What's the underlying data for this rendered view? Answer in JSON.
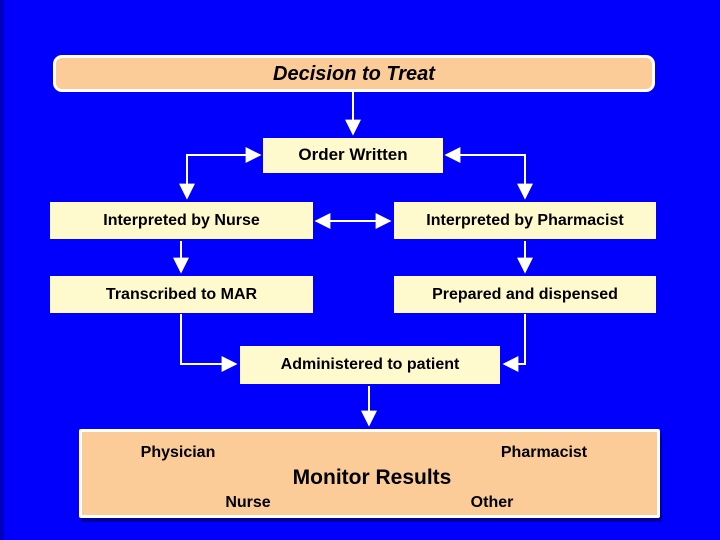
{
  "colors": {
    "bg": "#0000FC",
    "bg-edge": "#0000C0",
    "peach": "#FBCB98",
    "cream": "#FFFACD",
    "line": "#FFFFFF",
    "ink": "#000000"
  },
  "nodes": {
    "decision": "Decision to Treat",
    "order": "Order Written",
    "interpreted_nurse": "Interpreted by Nurse",
    "interpreted_pharmacist": "Interpreted by Pharmacist",
    "transcribed_mar": "Transcribed to MAR",
    "prepared_dispensed": "Prepared and dispensed",
    "administered": "Administered to patient"
  },
  "monitor": {
    "title": "Monitor Results",
    "roles": {
      "physician": "Physician",
      "pharmacist": "Pharmacist",
      "nurse": "Nurse",
      "other": "Other"
    }
  },
  "edges": [
    {
      "from": "Decision to Treat",
      "to": "Order Written",
      "arrow": "one-way"
    },
    {
      "from": "Order Written",
      "to": "Interpreted by Nurse",
      "arrow": "two-way"
    },
    {
      "from": "Order Written",
      "to": "Interpreted by Pharmacist",
      "arrow": "two-way"
    },
    {
      "from": "Interpreted by Nurse",
      "to": "Interpreted by Pharmacist",
      "arrow": "two-way"
    },
    {
      "from": "Interpreted by Nurse",
      "to": "Transcribed to MAR",
      "arrow": "one-way"
    },
    {
      "from": "Interpreted by Pharmacist",
      "to": "Prepared and dispensed",
      "arrow": "one-way"
    },
    {
      "from": "Transcribed to MAR",
      "to": "Administered to patient",
      "arrow": "one-way"
    },
    {
      "from": "Prepared and dispensed",
      "to": "Administered to patient",
      "arrow": "one-way"
    },
    {
      "from": "Administered to patient",
      "to": "Monitor Results",
      "arrow": "one-way"
    }
  ]
}
